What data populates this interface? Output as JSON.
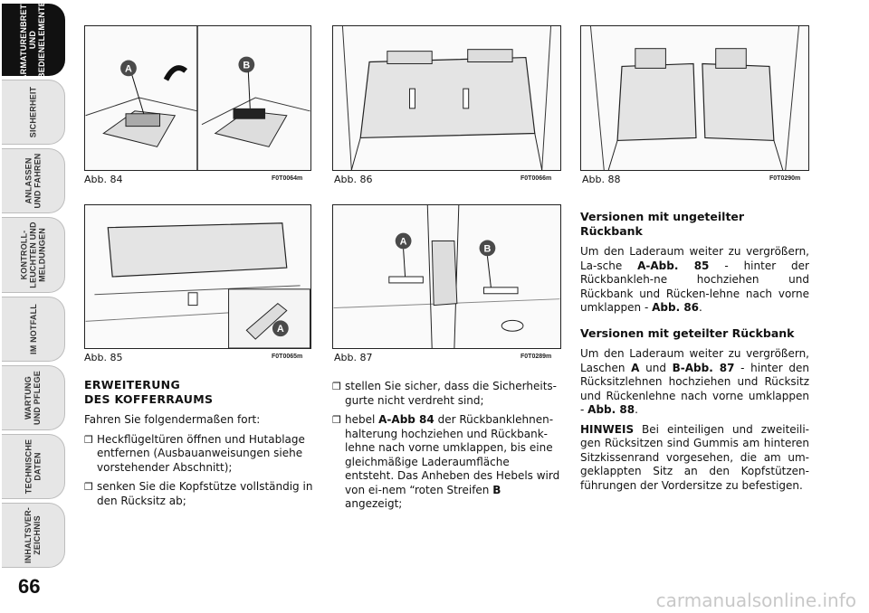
{
  "sidebar": {
    "tabs": [
      {
        "label": "ARMATURENBRETT UND BEDIENELEMENTE",
        "active": true
      },
      {
        "label": "SICHERHEIT",
        "active": false
      },
      {
        "label": "ANLASSEN UND FAHREN",
        "active": false
      },
      {
        "label": "KONTROLL-LEUCHTEN UND MELDUNGEN",
        "active": false
      },
      {
        "label": "IM NOTFALL",
        "active": false
      },
      {
        "label": "WARTUNG UND PFLEGE",
        "active": false
      },
      {
        "label": "TECHNISCHE DATEN",
        "active": false
      },
      {
        "label": "INHALTSVER-ZEICHNIS",
        "active": false
      }
    ],
    "page_number": "66"
  },
  "figures": {
    "abb84": {
      "caption": "Abb. 84",
      "code": "F0T0064m",
      "labels": [
        "A",
        "B"
      ]
    },
    "abb86": {
      "caption": "Abb. 86",
      "code": "F0T0066m"
    },
    "abb88": {
      "caption": "Abb. 88",
      "code": "F0T0290m"
    },
    "abb85": {
      "caption": "Abb. 85",
      "code": "F0T0065m",
      "labels": [
        "A"
      ]
    },
    "abb87": {
      "caption": "Abb. 87",
      "code": "F0T0289m",
      "labels": [
        "A",
        "B"
      ]
    }
  },
  "col1": {
    "heading_line1": "ERWEITERUNG",
    "heading_line2": "DES KOFFERRAUMS",
    "intro": "Fahren Sie folgendermaßen fort:",
    "bullet1": "Heckflügeltüren öffnen und Hutablage entfernen (Ausbauanweisungen siehe vorstehender Abschnitt);",
    "bullet2": "senken Sie die Kopfstütze vollständig in den Rücksitz ab;"
  },
  "col2": {
    "bullet1": "stellen Sie sicher, dass die Sicherheits-gurte nicht verdreht sind;",
    "bullet2_pre": "hebel ",
    "bullet2_ref": "A-Abb 84",
    "bullet2_mid": " der Rückbanklehnen-halterung hochziehen und Rückbank-lehne nach vorne umklappen, bis eine gleichmäßige Laderaumfläche entsteht. Das Anheben des Hebels wird von ei-nem “roten Streifen ",
    "bullet2_b": "B",
    "bullet2_post": " angezeigt;"
  },
  "col3": {
    "heading1": "Versionen mit ungeteilter Rückbank",
    "p1_pre": "Um den Laderaum weiter zu vergrößern, La-sche ",
    "p1_ref": "A-Abb. 85",
    "p1_mid": " - hinter der Rückbankleh-ne hochziehen und Rückbank und Rücken-lehne nach vorne umklappen - ",
    "p1_ref2": "Abb. 86",
    "p1_post": ".",
    "heading2": "Versionen mit geteilter Rückbank",
    "p2_pre": "Um den Laderaum weiter zu vergrößern, Laschen ",
    "p2_a": "A",
    "p2_und": " und ",
    "p2_ref": "B-Abb. 87",
    "p2_mid": " - hinter den Rücksitzlehnen hochziehen und Rücksitz und Rückenlehne nach vorne umklappen - ",
    "p2_ref2": "Abb. 88",
    "p2_post": ".",
    "note_label": "HINWEIS",
    "note_text": " Bei einteiligen und zweiteili-gen Rücksitzen sind Gummis am hinteren Sitzkissenrand vorgesehen, die am um-geklappten Sitz an den Kopfstützen-führungen der Vordersitze zu befestigen."
  },
  "watermark": "carmanualsonline.info"
}
